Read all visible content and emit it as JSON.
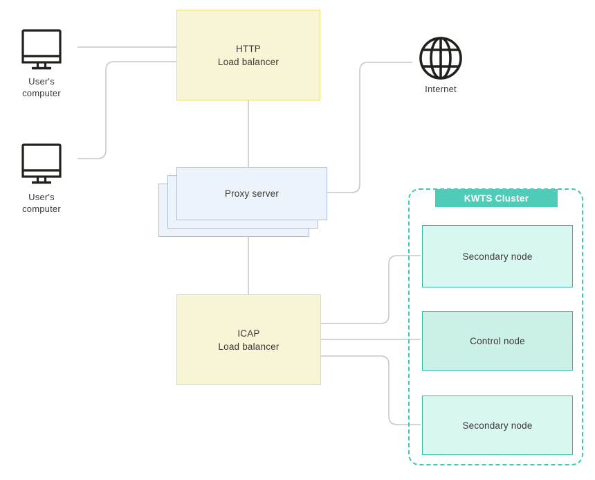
{
  "nodes": {
    "user_computer_1": {
      "label": "User's\ncomputer"
    },
    "user_computer_2": {
      "label": "User's\ncomputer"
    },
    "http_load_balancer": {
      "label": "HTTP\nLoad balancer"
    },
    "proxy_server": {
      "label": "Proxy server"
    },
    "internet": {
      "label": "Internet"
    },
    "icap_load_balancer": {
      "label": "ICAP\nLoad balancer"
    }
  },
  "cluster": {
    "title": "KWTS Cluster",
    "nodes": [
      {
        "label": "Secondary node",
        "type": "secondary"
      },
      {
        "label": "Control node",
        "type": "control"
      },
      {
        "label": "Secondary node",
        "type": "secondary"
      }
    ]
  },
  "icons": {
    "user_computer": "monitor-icon",
    "internet": "globe-icon"
  },
  "colors": {
    "load_balancer_fill": "#f8f4d6",
    "load_balancer_border": "#e8dd7e",
    "proxy_fill": "#edf3fb",
    "proxy_border": "#a8bfe0",
    "cluster_accent": "#4fccb8",
    "cluster_border": "#3fc7b4",
    "node_border": "#30bcaa",
    "secondary_node_fill": "#d9f7f1",
    "control_node_fill": "#cbf0e7",
    "connector": "#c7c7c7",
    "icon_stroke": "#22201c",
    "text": "#3a3833"
  }
}
